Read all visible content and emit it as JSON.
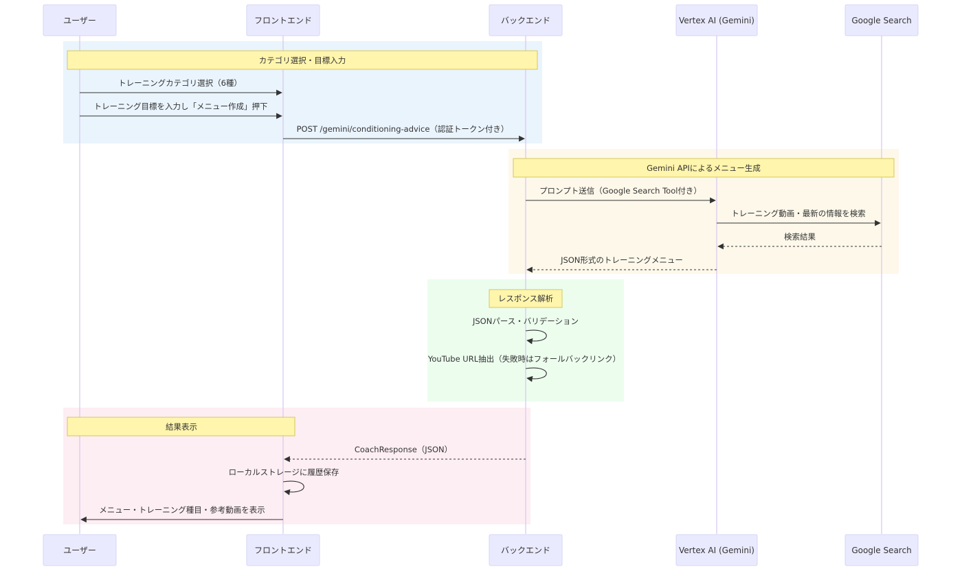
{
  "participants": [
    {
      "id": "user",
      "label": "ユーザー"
    },
    {
      "id": "frontend",
      "label": "フロントエンド"
    },
    {
      "id": "backend",
      "label": "バックエンド"
    },
    {
      "id": "vertex",
      "label": "Vertex AI (Gemini)"
    },
    {
      "id": "search",
      "label": "Google Search"
    }
  ],
  "groups": [
    {
      "label": "カテゴリ選択・目標入力",
      "color": "#eaf4fd"
    },
    {
      "label": "Gemini APIによるメニュー生成",
      "color": "#fdf8ea"
    },
    {
      "label": "レスポンス解析",
      "color": "#ecfdee"
    },
    {
      "label": "結果表示",
      "color": "#fdeef3"
    }
  ],
  "messages": [
    {
      "from": "user",
      "to": "frontend",
      "label": "トレーニングカテゴリ選択（6種）",
      "style": "solid"
    },
    {
      "from": "user",
      "to": "frontend",
      "label": "トレーニング目標を入力し「メニュー作成」押下",
      "style": "solid"
    },
    {
      "from": "frontend",
      "to": "backend",
      "label": "POST /gemini/conditioning-advice（認証トークン付き）",
      "style": "solid"
    },
    {
      "from": "backend",
      "to": "vertex",
      "label": "プロンプト送信（Google Search Tool付き）",
      "style": "solid"
    },
    {
      "from": "vertex",
      "to": "search",
      "label": "トレーニング動画・最新の情報を検索",
      "style": "solid"
    },
    {
      "from": "search",
      "to": "vertex",
      "label": "検索結果",
      "style": "dashed"
    },
    {
      "from": "vertex",
      "to": "backend",
      "label": "JSON形式のトレーニングメニュー",
      "style": "dashed"
    },
    {
      "from": "backend",
      "to": "backend",
      "label": "JSONパース・バリデーション",
      "style": "self"
    },
    {
      "from": "backend",
      "to": "backend",
      "label": "YouTube URL抽出（失敗時はフォールバックリンク）",
      "style": "self"
    },
    {
      "from": "backend",
      "to": "frontend",
      "label": "CoachResponse（JSON）",
      "style": "dashed"
    },
    {
      "from": "frontend",
      "to": "frontend",
      "label": "ローカルストレージに履歴保存",
      "style": "self"
    },
    {
      "from": "frontend",
      "to": "user",
      "label": "メニュー・トレーニング種目・参考動画を表示",
      "style": "solid"
    }
  ]
}
